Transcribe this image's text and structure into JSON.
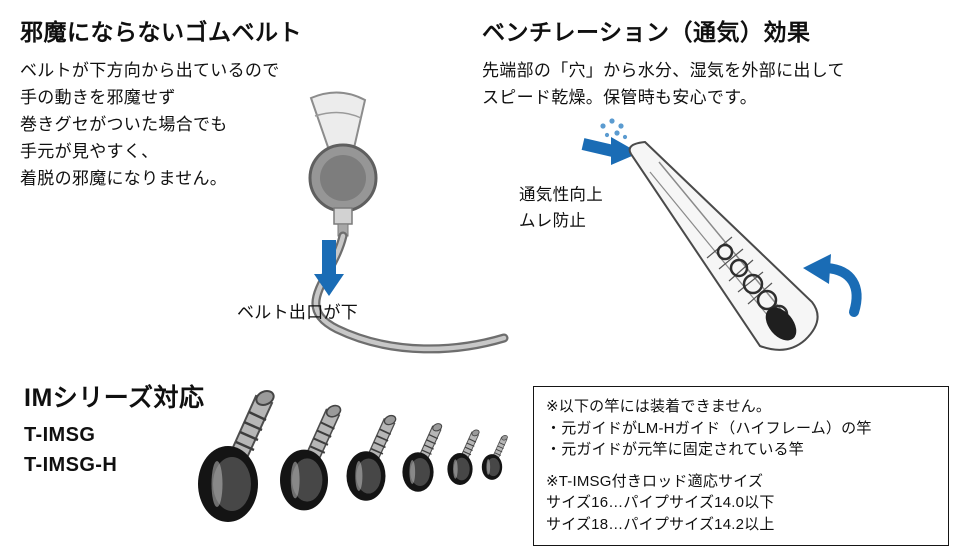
{
  "page": {
    "background": "#ffffff",
    "accent_blue": "#1a6cb5",
    "text_color": "#101010"
  },
  "belt_section": {
    "title": "邪魔にならないゴムベルト",
    "body_lines": [
      "ベルトが下方向から出ているので",
      "手の動きを邪魔せず",
      "巻きグセがついた場合でも",
      "手元が見やすく、",
      "着脱の邪魔になりません。"
    ],
    "caption": "ベルト出口が下"
  },
  "ventilation_section": {
    "title": "ベンチレーション（通気）効果",
    "body_lines": [
      "先端部の「穴」から水分、湿気を外部に出して",
      "スピード乾燥。保管時も安心です。"
    ],
    "annotation_lines": [
      "通気性向上",
      "ムレ防止"
    ]
  },
  "im_series_section": {
    "title": "IMシリーズ対応",
    "models": [
      "T-IMSG",
      "T-IMSG-H"
    ]
  },
  "notes_box": {
    "lines": [
      "※以下の竿には装着できません。",
      " ・元ガイドがLM-Hガイド（ハイフレーム）の竿",
      " ・元ガイドが元竿に固定されている竿",
      "",
      "※T-IMSG付きロッド適応サイズ",
      "サイズ16…パイプサイズ14.0以下",
      "サイズ18…パイプサイズ14.2以上"
    ]
  }
}
